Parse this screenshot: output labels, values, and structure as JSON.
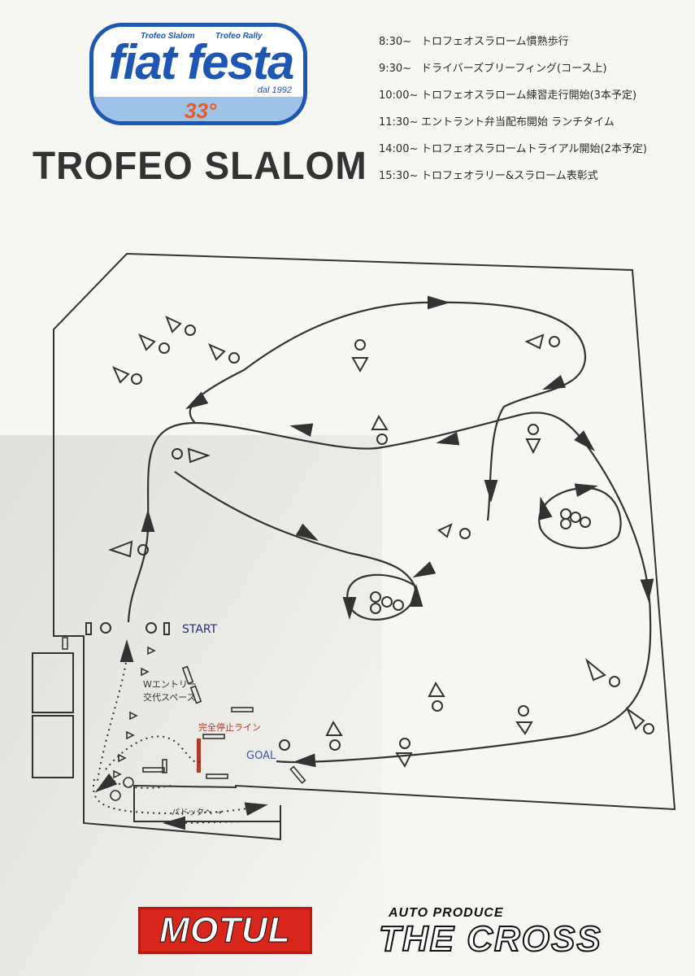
{
  "logo": {
    "sub_left": "Trofeo Slalom",
    "sub_right": "Trofeo Rally",
    "title": "fiat festa",
    "since": "dal 1992",
    "number": "33°"
  },
  "main_title": "TROFEO SLALOM",
  "schedule": [
    {
      "time": "8:30~",
      "text": "トロフェオスラローム慣熟歩行"
    },
    {
      "time": "9:30~",
      "text": "ドライバーズブリーフィング(コース上)"
    },
    {
      "time": "10:00~",
      "text": "トロフェオスラローム練習走行開始(3本予定)"
    },
    {
      "time": "11:30~",
      "text": "エントラント弁当配布開始 ランチタイム"
    },
    {
      "time": "14:00~",
      "text": "トロフェオスラロームトライアル開始(2本予定)"
    },
    {
      "time": "15:30~",
      "text": "トロフェオラリー&スラローム表彰式"
    }
  ],
  "map_labels": {
    "start": "START",
    "goal": "GOAL",
    "w_entry_line1": "Wエントリー",
    "w_entry_line2": "交代スペース",
    "stop_line": "完全停止ライン",
    "paddock": "パドックへ →"
  },
  "sponsors": {
    "motul": "MOTUL",
    "auto_produce": "AUTO PRODUCE",
    "the_cross": "THE CROSS"
  },
  "colors": {
    "logo_blue": "#1e56b3",
    "motul_red": "#d9261c",
    "stop_line_red": "#b03a2a"
  }
}
